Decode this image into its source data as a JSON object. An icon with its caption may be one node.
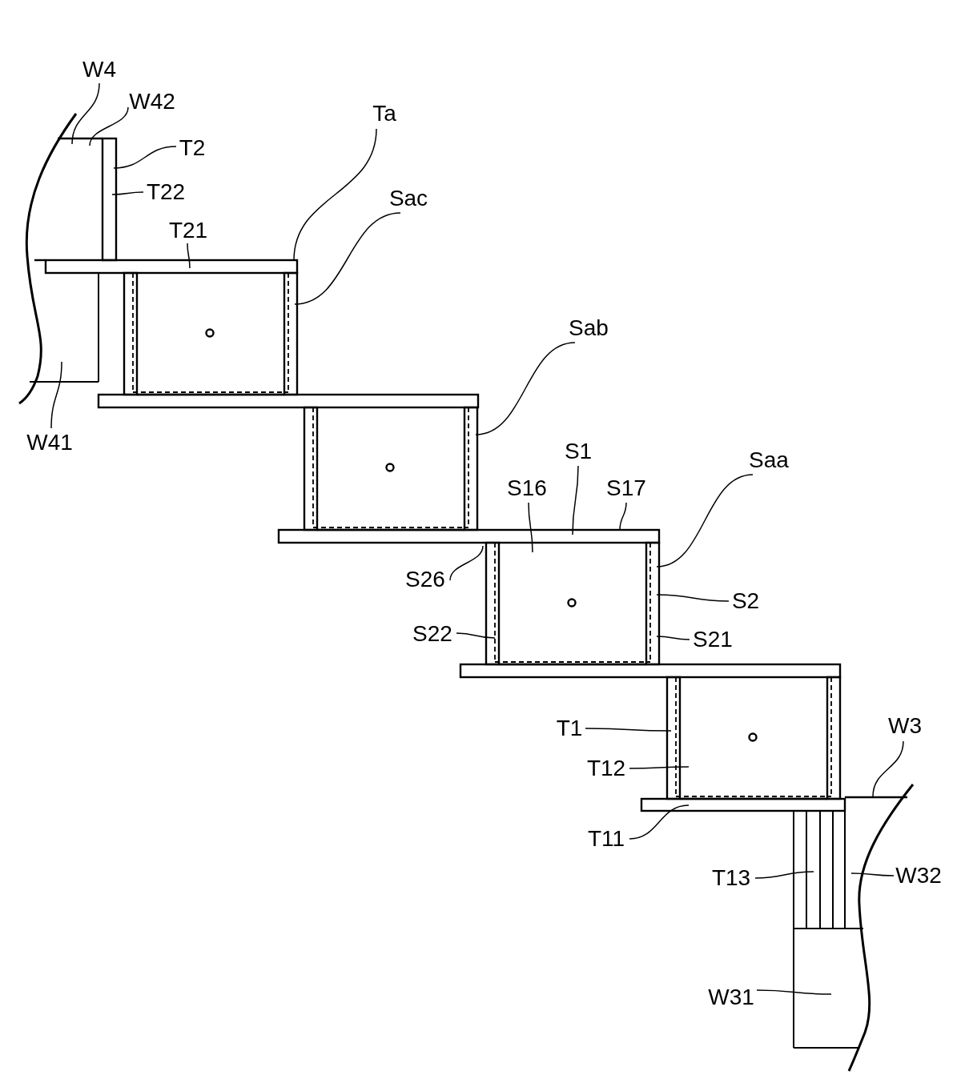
{
  "diagram": {
    "nodes": [
      {
        "text": [
          "W4"
        ]
      },
      {
        "text": [
          "W42"
        ]
      },
      {
        "text": [
          "T2"
        ]
      },
      {
        "text": [
          "T22"
        ]
      },
      {
        "text": [
          "T21"
        ]
      },
      {
        "text": [
          "Ta"
        ]
      },
      {
        "text": [
          "Sac"
        ]
      },
      {
        "text": [
          "W41"
        ]
      },
      {
        "text": [
          "Sab"
        ]
      },
      {
        "text": [
          "S1"
        ]
      },
      {
        "text": [
          "S16"
        ]
      },
      {
        "text": [
          "S17"
        ]
      },
      {
        "text": [
          "Saa"
        ]
      },
      {
        "text": [
          "S26"
        ]
      },
      {
        "text": [
          "S2"
        ]
      },
      {
        "text": [
          "S22"
        ]
      },
      {
        "text": [
          "S21"
        ]
      },
      {
        "text": [
          "T1"
        ]
      },
      {
        "text": [
          "W3"
        ]
      },
      {
        "text": [
          "T12"
        ]
      },
      {
        "text": [
          "T11"
        ]
      },
      {
        "text": [
          "T13"
        ]
      },
      {
        "text": [
          "W32"
        ]
      },
      {
        "text": [
          "W31"
        ]
      }
    ],
    "edges": [
      {
        "from": 0,
        "to": null,
        "arrow": "none"
      },
      {
        "from": 1,
        "to": null,
        "arrow": "none"
      },
      {
        "from": 2,
        "to": null,
        "arrow": "none"
      },
      {
        "from": 3,
        "to": null,
        "arrow": "none"
      },
      {
        "from": 4,
        "to": null,
        "arrow": "none"
      },
      {
        "from": 5,
        "to": null,
        "arrow": "none"
      },
      {
        "from": 6,
        "to": null,
        "arrow": "none"
      },
      {
        "from": 7,
        "to": null,
        "arrow": "none"
      },
      {
        "from": 8,
        "to": null,
        "arrow": "none"
      },
      {
        "from": 9,
        "to": null,
        "arrow": "none"
      },
      {
        "from": 10,
        "to": null,
        "arrow": "none"
      },
      {
        "from": 11,
        "to": null,
        "arrow": "none"
      },
      {
        "from": 12,
        "to": null,
        "arrow": "none"
      },
      {
        "from": 13,
        "to": null,
        "arrow": "none"
      },
      {
        "from": 14,
        "to": null,
        "arrow": "none"
      },
      {
        "from": 15,
        "to": null,
        "arrow": "none"
      },
      {
        "from": 16,
        "to": null,
        "arrow": "none"
      },
      {
        "from": 17,
        "to": null,
        "arrow": "none"
      },
      {
        "from": 18,
        "to": null,
        "arrow": "none"
      },
      {
        "from": 19,
        "to": null,
        "arrow": "none"
      },
      {
        "from": 20,
        "to": null,
        "arrow": "none"
      },
      {
        "from": 21,
        "to": null,
        "arrow": "none"
      },
      {
        "from": 22,
        "to": null,
        "arrow": "none"
      },
      {
        "from": 23,
        "to": null,
        "arrow": "none"
      }
    ]
  }
}
